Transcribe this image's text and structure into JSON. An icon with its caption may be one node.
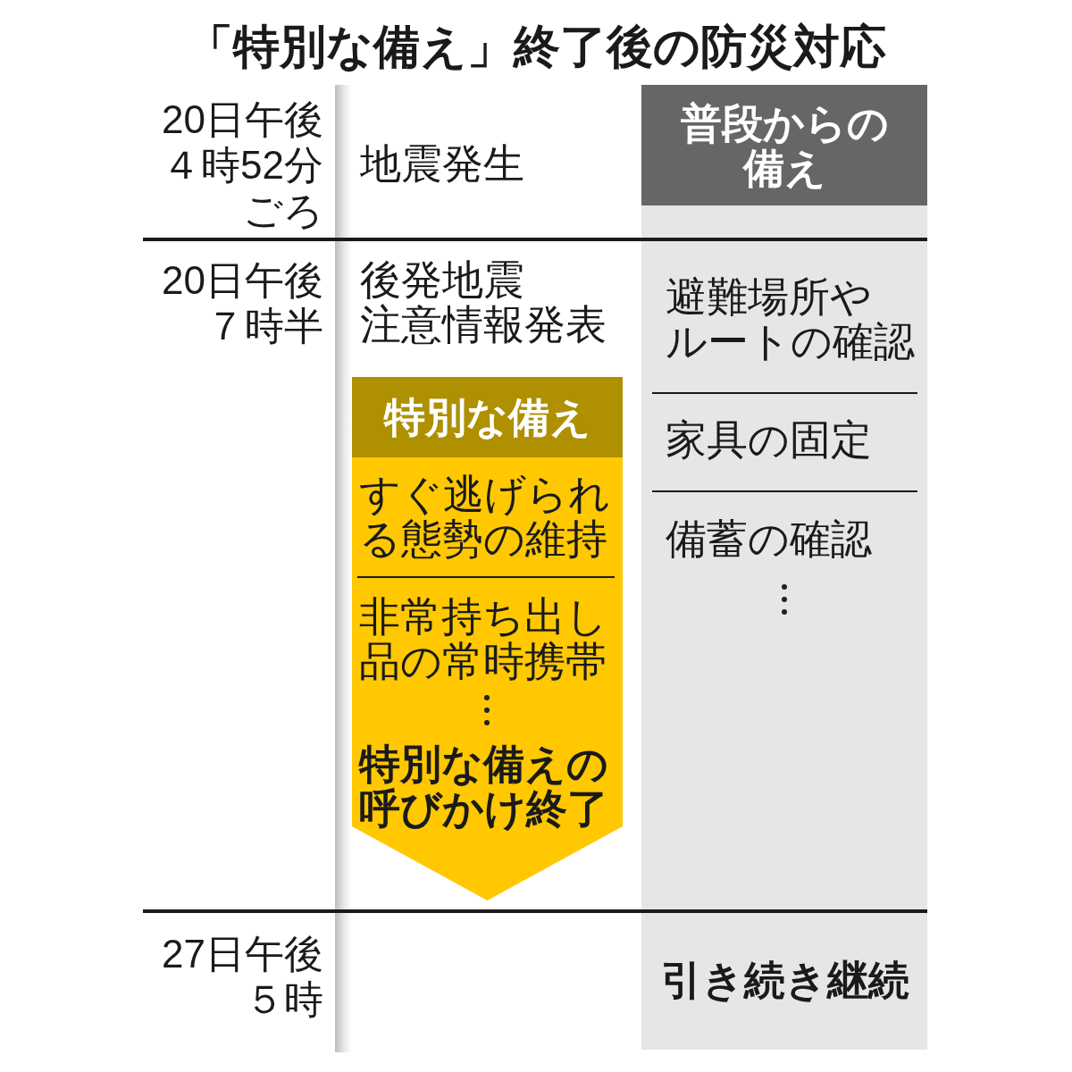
{
  "diagram": {
    "title": "「特別な備え」終了後の防災対応",
    "nodes": [
      {
        "text": [
          "普段からの備え",
          "避難場所やルートの確認",
          "家具の固定",
          "備蓄の確認",
          "引き続き継続"
        ]
      },
      {
        "text": [
          "特別な備え",
          "すぐ逃げられる態勢の維持",
          "非常持ち出し品の常時携帯",
          "特別な備えの呼びかけ終了"
        ]
      },
      {
        "text": [],
        "shape": "bar"
      }
    ],
    "labels": [
      "20日午後４時52分ごろ",
      "地震発生",
      "20日午後７時半",
      "後発地震注意情報発表",
      "27日午後５時"
    ]
  }
}
